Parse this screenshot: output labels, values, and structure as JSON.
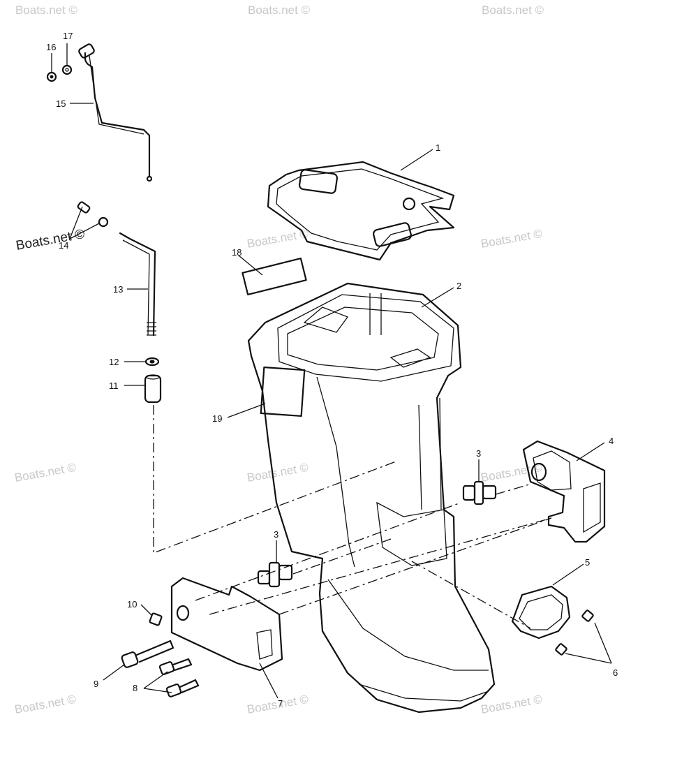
{
  "watermark": "Boats.net ©",
  "callouts": {
    "c1": "1",
    "c2": "2",
    "c3a": "3",
    "c3b": "3",
    "c4": "4",
    "c5": "5",
    "c6": "6",
    "c7": "7",
    "c8": "8",
    "c9": "9",
    "c10": "10",
    "c11": "11",
    "c12": "12",
    "c13": "13",
    "c14": "14",
    "c15": "15",
    "c16": "16",
    "c17": "17",
    "c18": "18",
    "c19": "19"
  }
}
